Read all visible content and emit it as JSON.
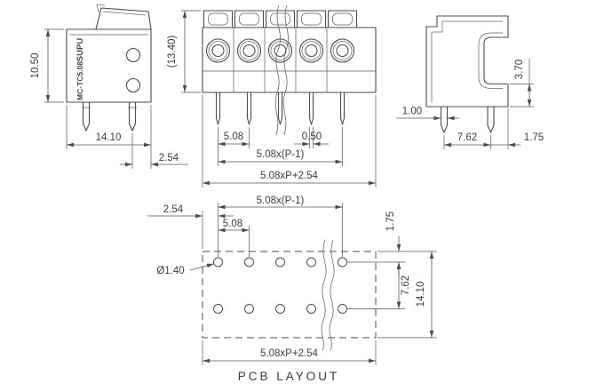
{
  "views": {
    "side_left": {
      "brand": "SUPU",
      "model": "MC-TC5.08",
      "dim_body_height": "10.50",
      "dim_body_width": "14.10",
      "dim_pin_to_edge": "2.54"
    },
    "front": {
      "dim_overall_height": "(13.40)",
      "dim_pin_pitch": "5.08",
      "dim_pin_width": "0.50",
      "dim_pitch_span": "5.08x(P-1)",
      "dim_overall_width": "5.08xP+2.54"
    },
    "side_right": {
      "dim_front_height": "3.70",
      "dim_pin_thickness": "1.00",
      "dim_row_spacing": "7.62",
      "dim_pin_to_edge": "1.75"
    },
    "pcb_layout": {
      "caption": "PCB LAYOUT",
      "dim_edge_to_hole": "2.54",
      "dim_hole_span": "5.08x(P-1)",
      "dim_hole_pitch": "5.08",
      "dim_top_margin": "1.75",
      "dim_hole_diameter": "Ø1.40",
      "dim_row_spacing": "7.62",
      "dim_outline_height": "14.10",
      "dim_outline_width": "5.08xP+2.54"
    }
  }
}
